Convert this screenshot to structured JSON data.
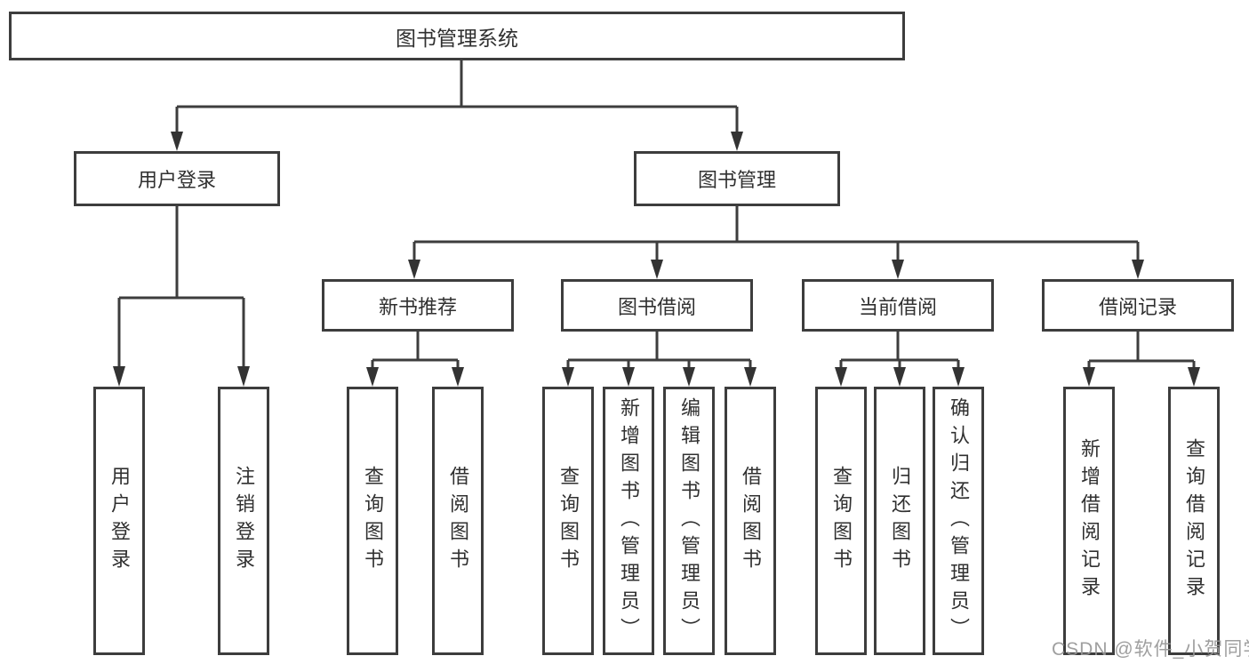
{
  "diagram": {
    "root": {
      "label": "图书管理系统"
    },
    "level2": [
      {
        "id": "user-login",
        "label": "用户登录"
      },
      {
        "id": "book-management",
        "label": "图书管理"
      }
    ],
    "level3": [
      {
        "id": "new-book-recommend",
        "label": "新书推荐"
      },
      {
        "id": "book-borrowing",
        "label": "图书借阅"
      },
      {
        "id": "current-borrowing",
        "label": "当前借阅"
      },
      {
        "id": "borrowing-records",
        "label": "借阅记录"
      }
    ],
    "leaves": {
      "user_login": [
        {
          "label": "用户登录"
        },
        {
          "label": "注销登录"
        }
      ],
      "new_book_recommend": [
        {
          "label": "查询图书"
        },
        {
          "label": "借阅图书"
        }
      ],
      "book_borrowing": [
        {
          "label": "查询图书"
        },
        {
          "label": "新增图书（管理员）"
        },
        {
          "label": "编辑图书（管理员）"
        },
        {
          "label": "借阅图书"
        }
      ],
      "current_borrowing": [
        {
          "label": "查询图书"
        },
        {
          "label": "归还图书"
        },
        {
          "label": "确认归还（管理员）"
        }
      ],
      "borrowing_records": [
        {
          "label": "新增借阅记录"
        },
        {
          "label": "查询借阅记录"
        }
      ]
    }
  },
  "watermark": {
    "text": "CSDN @软件_小贺同学"
  },
  "colors": {
    "line": "#3d3d3d",
    "box_border": "#3d3d3d",
    "text": "#303030",
    "watermark": "#979797",
    "background": "#ffffff"
  }
}
